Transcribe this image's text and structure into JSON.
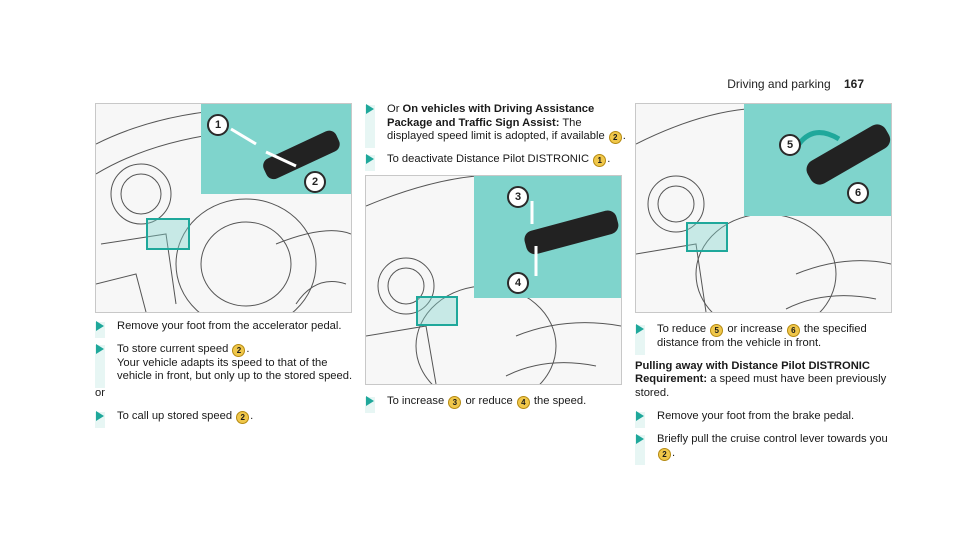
{
  "page_header": {
    "section": "Driving and parking",
    "page_number": "167"
  },
  "column1": {
    "steps_a": [
      {
        "text": "Remove your foot from the accelerator pedal."
      },
      {
        "pre": "To store current speed",
        "badge": "2",
        "post": ".",
        "extra": "Your vehicle adapts its speed to that of the vehicle in front, but only up to the stored speed."
      }
    ],
    "or_text": "or",
    "steps_b": [
      {
        "pre": "To call up stored speed",
        "badge": "2",
        "post": "."
      }
    ],
    "callouts": [
      "1",
      "2"
    ]
  },
  "column2": {
    "steps_a": [
      {
        "pre": "Or",
        "bold": "On vehicles with Driving Assistance Package and Traffic Sign Assist:",
        "rest_pre": "The displayed speed limit is adopted, if available",
        "badge": "2",
        "post": "."
      },
      {
        "pre": "To deactivate Distance Pilot DISTRONIC",
        "badge": "1",
        "post": "."
      }
    ],
    "steps_b": [
      {
        "pre": "To increase",
        "badge": "3",
        "mid": "or reduce",
        "badge2": "4",
        "post": "the speed."
      }
    ],
    "callouts": [
      "3",
      "4"
    ]
  },
  "column3": {
    "steps_a": [
      {
        "pre": "To reduce",
        "badge": "5",
        "mid": "or increase",
        "badge2": "6",
        "post": "the specified distance from the vehicle in front."
      }
    ],
    "heading": "Pulling away with Distance Pilot DISTRONIC",
    "req_label": "Requirement:",
    "req_text": "a speed must have been previously stored.",
    "steps_b": [
      {
        "text": "Remove your foot from the brake pedal."
      },
      {
        "pre": "Briefly pull the cruise control lever towards you",
        "badge": "2",
        "post": "."
      }
    ],
    "callouts": [
      "5",
      "6"
    ]
  },
  "colors": {
    "accent": "#1fa89b",
    "inset": "#7fd4cc",
    "badge": "#f0c74a"
  }
}
